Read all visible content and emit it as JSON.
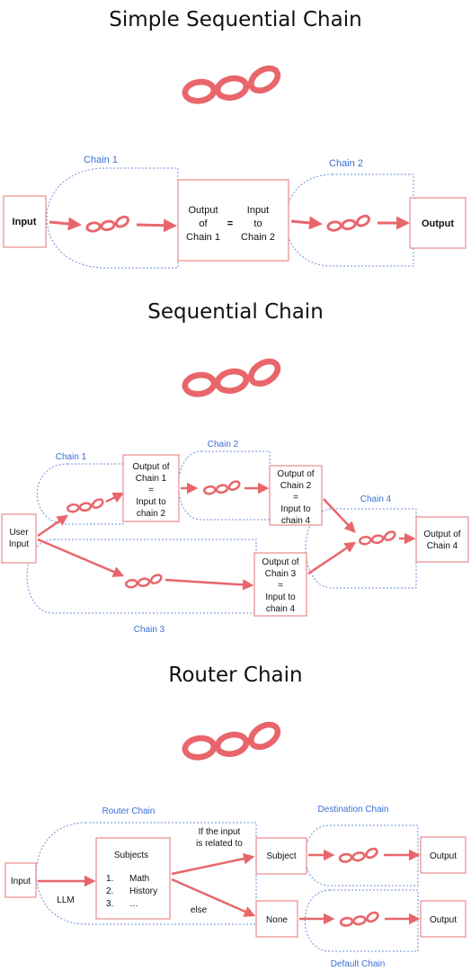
{
  "sections": {
    "simple": {
      "title": "Simple Sequential Chain",
      "chain1_label": "Chain 1",
      "chain2_label": "Chain 2",
      "input": "Input",
      "output": "Output",
      "mid_left": [
        "Output",
        "of",
        "Chain 1"
      ],
      "equals": "=",
      "mid_right": [
        "Input",
        "to",
        "Chain 2"
      ]
    },
    "sequential": {
      "title": "Sequential Chain",
      "chain1_label": "Chain 1",
      "chain2_label": "Chain 2",
      "chain3_label": "Chain 3",
      "chain4_label": "Chain 4",
      "user_input": [
        "User",
        "Input"
      ],
      "box1": [
        "Output of",
        "Chain 1",
        "=",
        "Input to",
        "chain 2"
      ],
      "box2": [
        "Output of",
        "Chain 2",
        "=",
        "Input to",
        "chain 4"
      ],
      "box3": [
        "Output of",
        "Chain 3",
        "=",
        "Input to",
        "chain 4"
      ],
      "box4": [
        "Output of",
        "Chain 4"
      ]
    },
    "router": {
      "title": "Router Chain",
      "router_label": "Router Chain",
      "destination_label": "Destination Chain",
      "default_label": "Default Chain",
      "input": "Input",
      "llm": "LLM",
      "subjects_header": "Subjects",
      "subjects": [
        {
          "num": "1.",
          "name": "Math"
        },
        {
          "num": "2.",
          "name": "History"
        },
        {
          "num": "3.",
          "name": "…"
        }
      ],
      "condition": [
        "If the input",
        "is related to"
      ],
      "else": "else",
      "subject": "Subject",
      "none": "None",
      "output_top": "Output",
      "output_bottom": "Output"
    }
  },
  "colors": {
    "chain": "#e8666b",
    "box_border": "#e88a8d",
    "dashed": "#6f8fd8",
    "label_blue": "#3b6fd4"
  },
  "icons": [
    "chain-link-icon"
  ]
}
